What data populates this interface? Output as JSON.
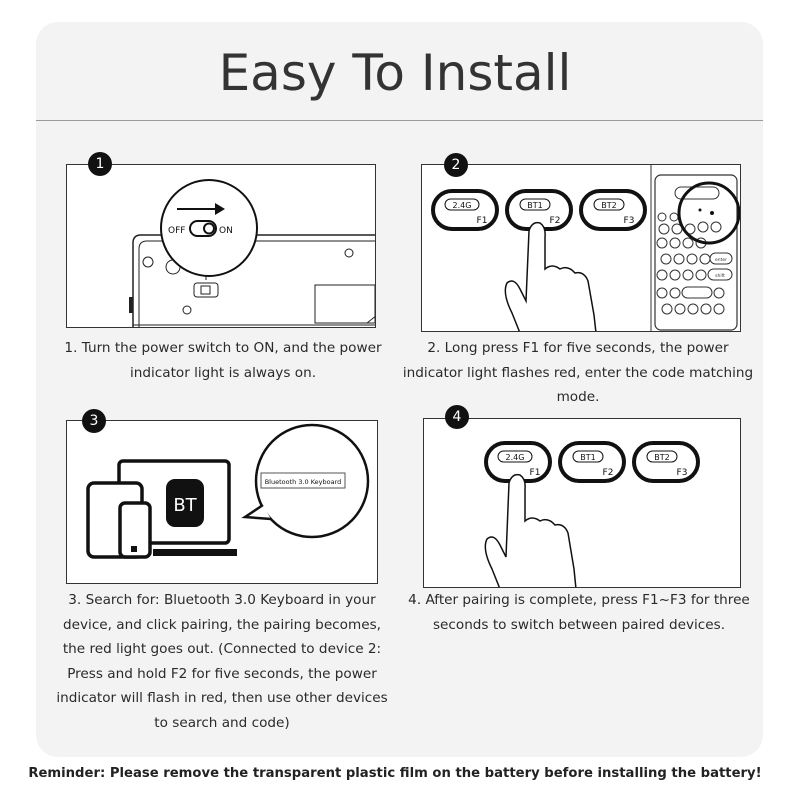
{
  "title": "Easy To Install",
  "steps": [
    {
      "number": "1",
      "caption": "1. Turn the power switch to ON, and the power indicator light is always on.",
      "switch_off": "OFF",
      "switch_on": "ON"
    },
    {
      "number": "2",
      "caption": "2. Long press F1 for five seconds, the power indicator light flashes red, enter the code matching mode.",
      "keys": [
        {
          "top": "2.4G",
          "fn": "F1"
        },
        {
          "top": "BT1",
          "fn": "F2"
        },
        {
          "top": "BT2",
          "fn": "F3"
        }
      ],
      "mini_keys": [
        "enter",
        "shift"
      ]
    },
    {
      "number": "3",
      "caption": "3. Search for: Bluetooth 3.0 Keyboard in your device, and click pairing, the pairing becomes, the red light goes out. (Connected to device 2: Press and hold F2 for five seconds, the power indicator will flash in red, then use other devices to search and code)",
      "bt_logo": "BT",
      "device_name": "Bluetooth 3.0 Keyboard"
    },
    {
      "number": "4",
      "caption": "4. After pairing is complete, press F1~F3 for three seconds to switch between paired devices.",
      "keys": [
        {
          "top": "2.4G",
          "fn": "F1"
        },
        {
          "top": "BT1",
          "fn": "F2"
        },
        {
          "top": "BT2",
          "fn": "F3"
        }
      ]
    }
  ],
  "reminder": "Reminder: Please remove the transparent plastic film on the battery before installing the battery!"
}
